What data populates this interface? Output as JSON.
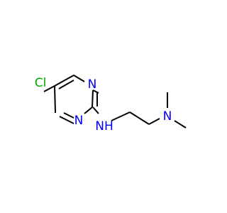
{
  "molecule": {
    "atoms": {
      "chlorine": "Cl",
      "ring_n_top": "N",
      "ring_n_bottom": "N",
      "amine_nh": "NH",
      "dimethyl_n": "N"
    },
    "colors": {
      "bond": "#000000",
      "nitrogen": "#0000ff",
      "chlorine": "#00aa00"
    }
  }
}
